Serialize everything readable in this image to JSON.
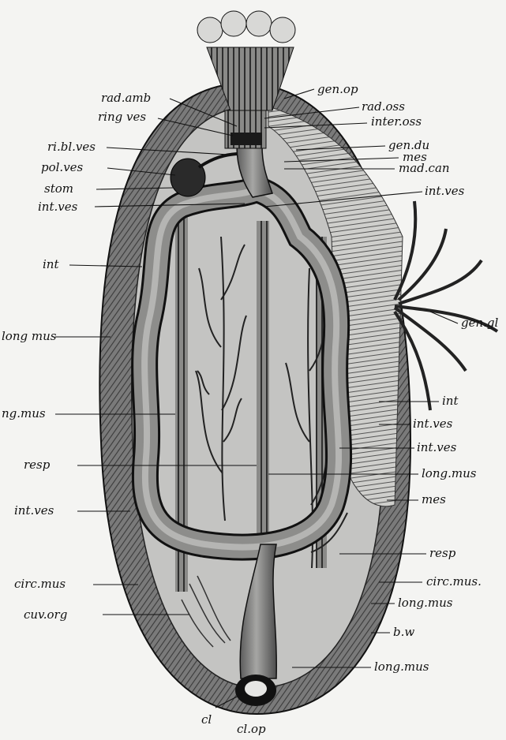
{
  "figure": {
    "ink_color": "#111111",
    "paper_color": "#f4f4f2",
    "labels": {
      "rad_amb": "rad.amb",
      "ring_ves": "ring ves",
      "ri_bl_ves": "ri.bl.ves",
      "pol_ves": "pol.ves",
      "stom": "stom",
      "int_ves_top": "int.ves",
      "int_left": "int",
      "long_mus_left": "long mus",
      "long_mus_left2": "ng.mus",
      "resp_left": "resp",
      "int_ves_left": "int.ves",
      "circ_mus_left": "circ.mus",
      "cuv_org": "cuv.org",
      "cl": "cl",
      "cl_op": "cl.op",
      "gen_op": "gen.op",
      "rad_oss": "rad.oss",
      "inter_oss": "inter.oss",
      "gen_du": "gen.du",
      "mes_top": "mes",
      "mad_can": "mad.can",
      "int_ves_right_top": "int.ves",
      "gen_gl": "gen.gl",
      "int_right": "int",
      "int_ves_right1": "int.ves",
      "int_ves_right2": "int.ves",
      "long_mus_mid": "long.mus",
      "mes_right": "mes",
      "resp_right": "resp",
      "circ_mus_right": "circ.mus.",
      "long_mus_right": "long.mus",
      "b_w": "b.w",
      "long_mus_bottom": "long.mus"
    }
  }
}
